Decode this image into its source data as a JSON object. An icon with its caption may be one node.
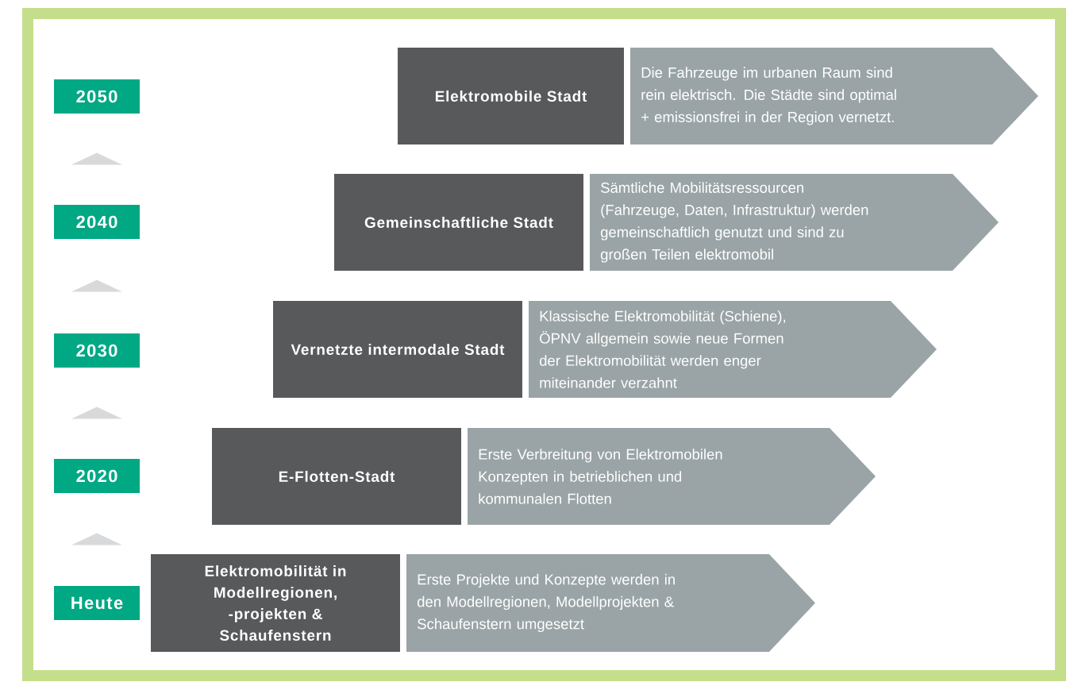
{
  "diagram": {
    "nodes": [
      {
        "text": [
          "2050"
        ]
      },
      {
        "text": [
          "Elektromobile Stadt"
        ]
      },
      {
        "text": [
          "Die Fahrzeuge im urbanen Raum sind rein elektrisch. Die Städte sind optimal + emissionsfrei in der Region vernetzt."
        ]
      },
      {
        "text": [
          "2040"
        ]
      },
      {
        "text": [
          "Gemeinschaftliche Stadt"
        ]
      },
      {
        "text": [
          "Sämtliche Mobilitätsressourcen (Fahrzeuge, Daten, Infrastruktur) werden gemeinschaftlich genutzt und sind zu großen Teilen elektromobil"
        ]
      },
      {
        "text": [
          "2030"
        ]
      },
      {
        "text": [
          "Vernetzte intermodale Stadt"
        ]
      },
      {
        "text": [
          "Klassische Elektromobilität (Schiene), ÖPNV allgemein sowie neue Formen der Elektromobilität werden enger miteinander verzahnt"
        ]
      },
      {
        "text": [
          "2020"
        ]
      },
      {
        "text": [
          "E-Flotten-Stadt"
        ]
      },
      {
        "text": [
          "Erste Verbreitung von Elektromobilen Konzepten in betrieblichen und kommunalen Flotten"
        ]
      },
      {
        "text": [
          "Heute"
        ]
      },
      {
        "text": [
          "Elektromobilität in Modellregionen, -projekten & Schaufenstern"
        ]
      },
      {
        "text": [
          "Erste Projekte und Konzepte werden in den Modellregionen, Modellprojekten & Schaufenstern umgesetzt"
        ]
      }
    ],
    "edges": [
      {
        "from": 12,
        "to": 9,
        "arrow": "to"
      },
      {
        "from": 9,
        "to": 6,
        "arrow": "to"
      },
      {
        "from": 6,
        "to": 3,
        "arrow": "to"
      },
      {
        "from": 3,
        "to": 0,
        "arrow": "to"
      }
    ]
  }
}
